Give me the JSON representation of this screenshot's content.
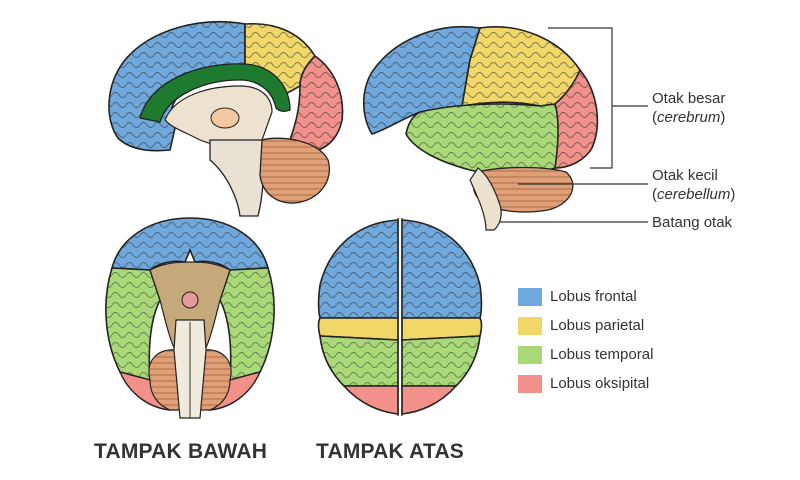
{
  "labels": {
    "cerebrum_name": "Otak besar",
    "cerebrum_latin": "cerebrum",
    "cerebellum_name": "Otak kecil",
    "cerebellum_latin": "cerebellum",
    "brainstem": "Batang otak"
  },
  "views": {
    "bottom": "TAMPAK BAWAH",
    "top": "TAMPAK ATAS"
  },
  "legend": [
    {
      "label": "Lobus frontal",
      "color": "#6fa8dc"
    },
    {
      "label": "Lobus parietal",
      "color": "#f0d768"
    },
    {
      "label": "Lobus temporal",
      "color": "#a9d977"
    },
    {
      "label": "Lobus oksipital",
      "color": "#f2908a"
    }
  ],
  "colors": {
    "frontal": "#6fa8dc",
    "parietal": "#f0d768",
    "temporal": "#a9d977",
    "occipital": "#f2908a",
    "cerebellum": "#e0a077",
    "brainstem": "#ece1cf",
    "corpus_callosum": "#1e7a2e"
  }
}
